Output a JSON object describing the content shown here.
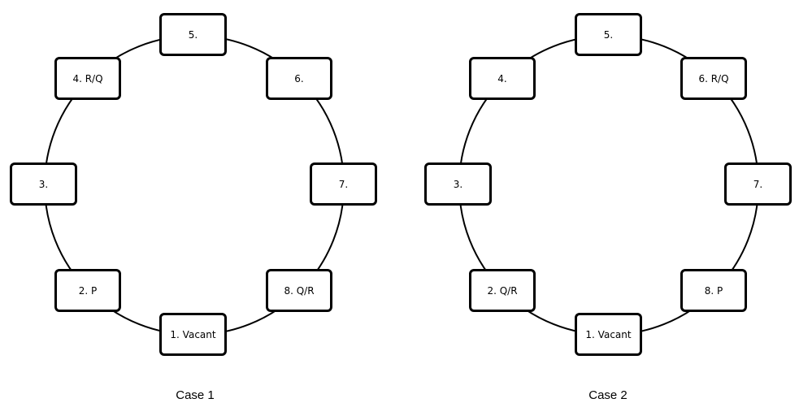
{
  "diagrams": [
    {
      "caption": "Case 1",
      "seats": [
        "1. Vacant",
        "2. P",
        "3.",
        "4. R/Q",
        "5.",
        "6.",
        "7.",
        "8. Q/R"
      ]
    },
    {
      "caption": "Case 2",
      "seats": [
        "1. Vacant",
        "2. Q/R",
        "3.",
        "4.",
        "5.",
        "6. R/Q",
        "7.",
        "8. P"
      ]
    }
  ],
  "colors": {
    "stroke": "#000000",
    "background": "#ffffff"
  }
}
